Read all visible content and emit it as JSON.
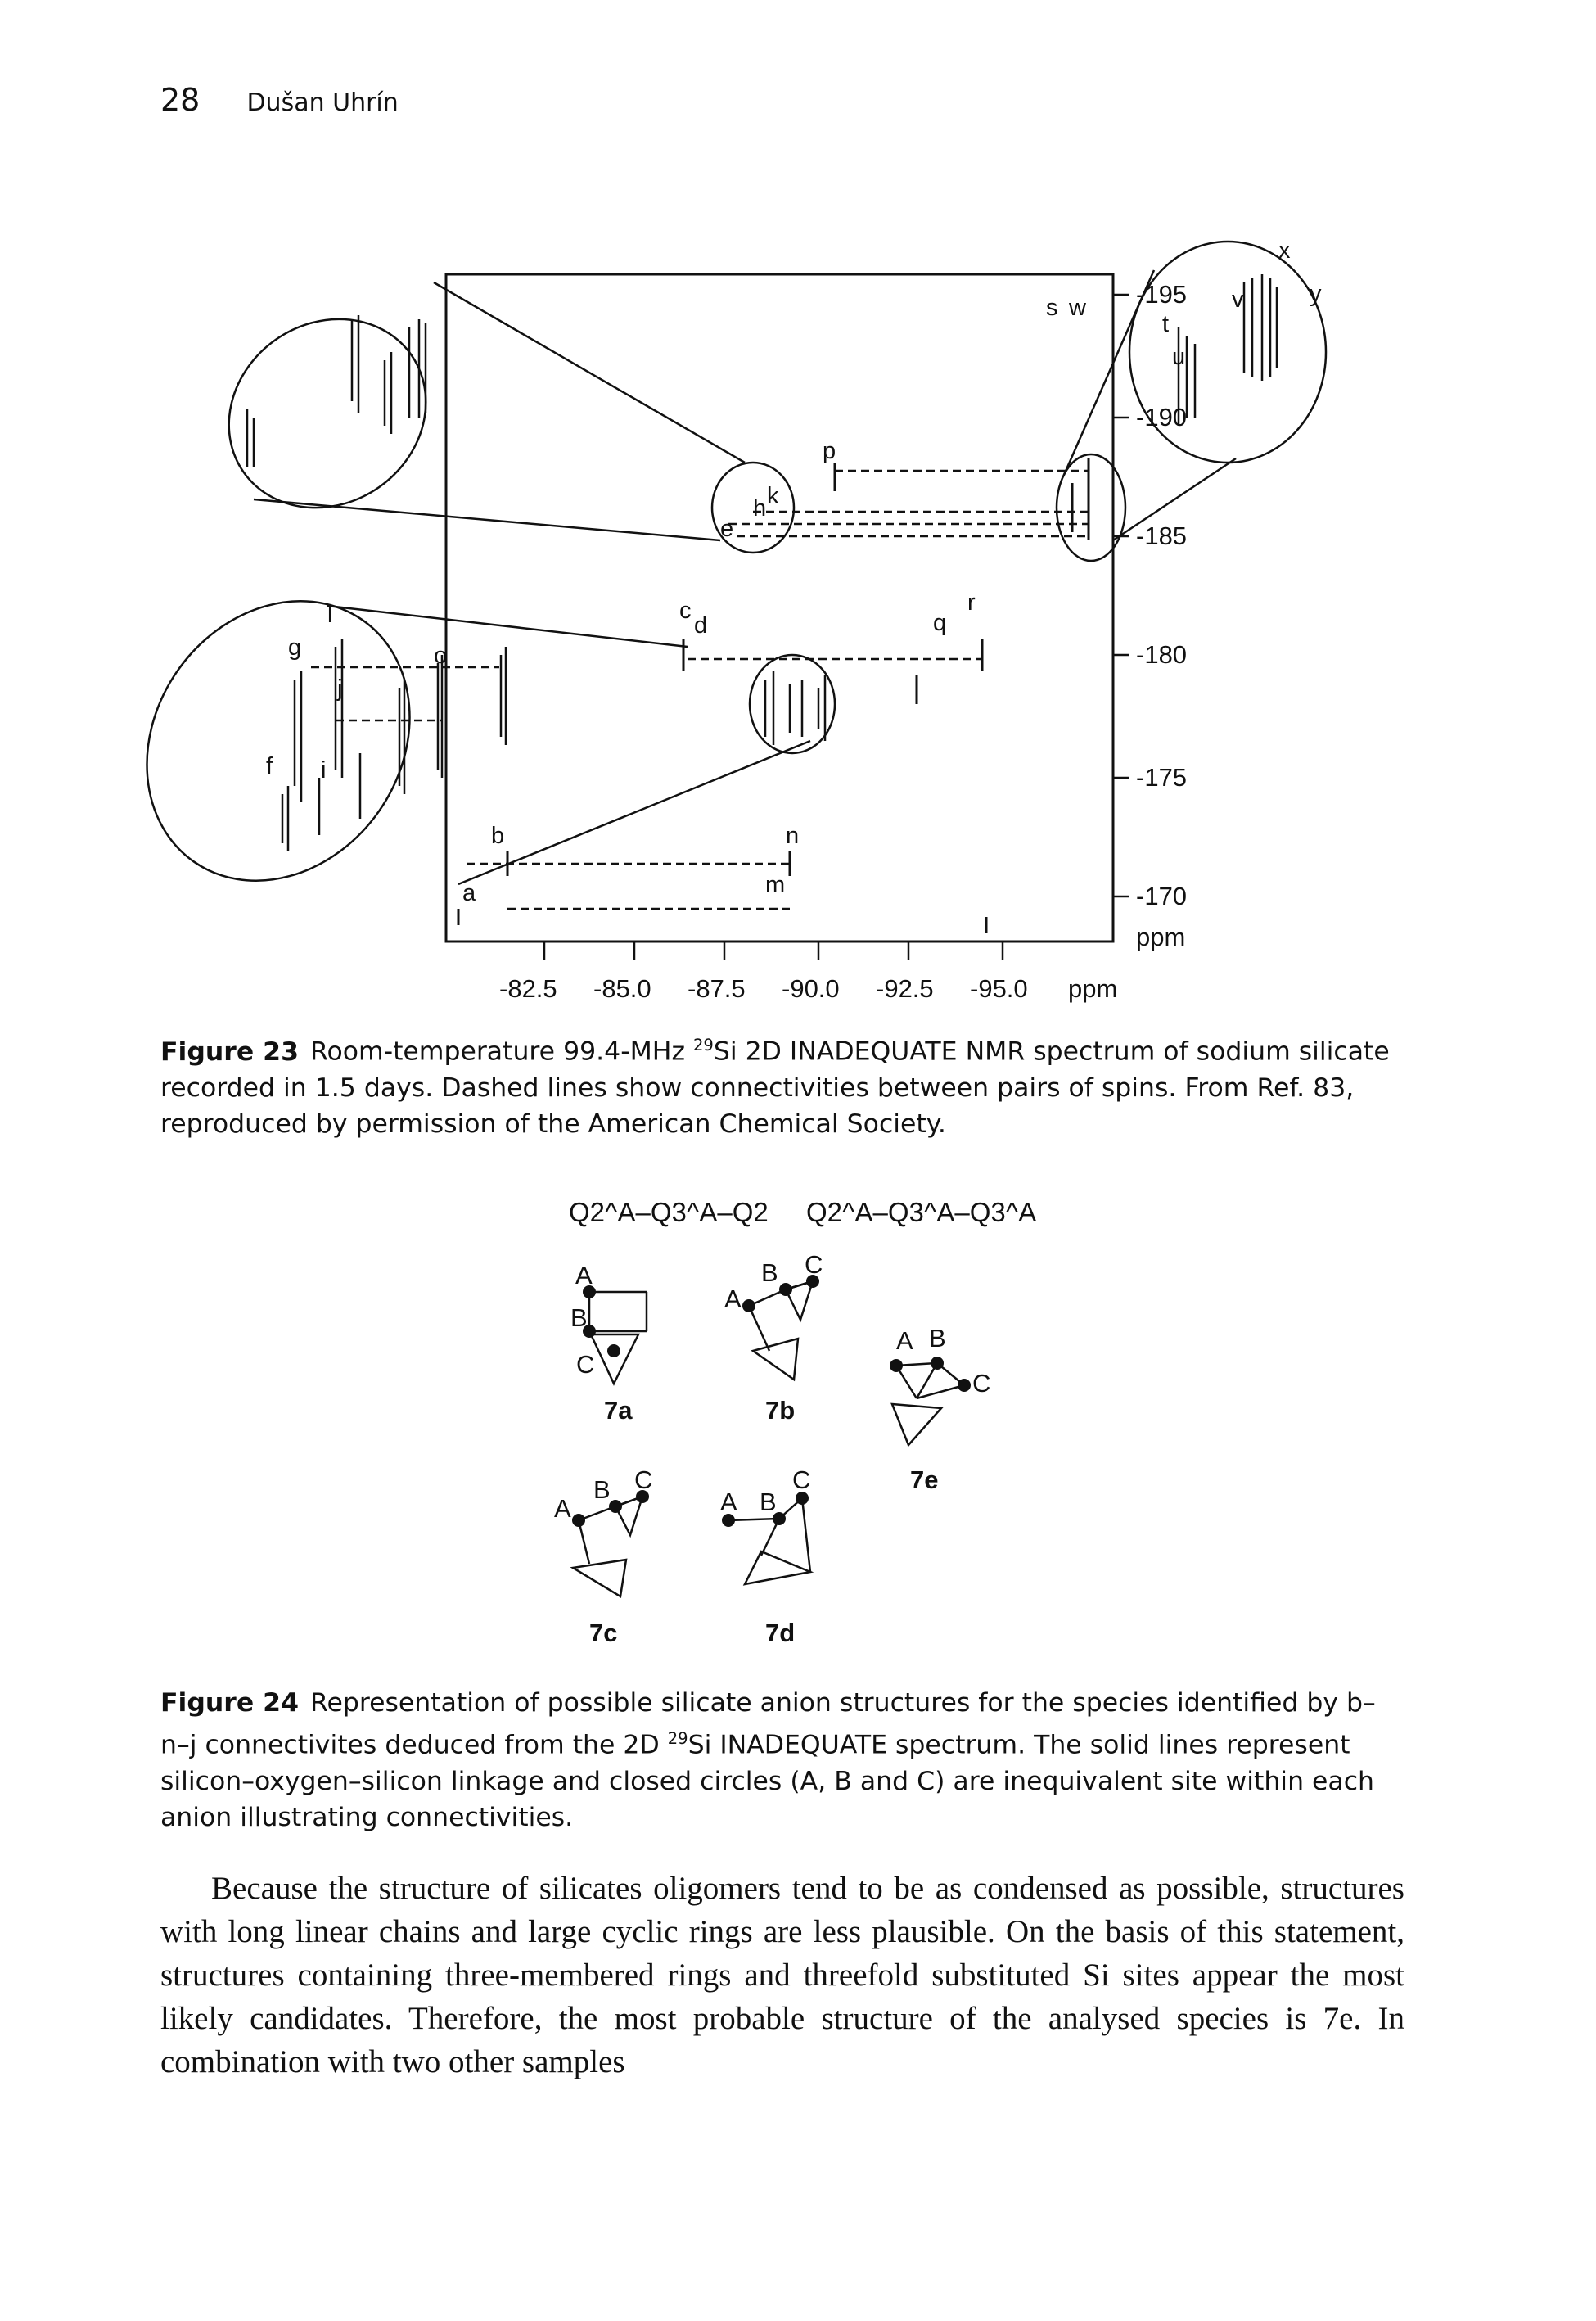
{
  "header": {
    "page_number": "28",
    "running_head": "Dušan Uhrín"
  },
  "figure23": {
    "axis_x_ticks": [
      "-82.5",
      "-85.0",
      "-87.5",
      "-90.0",
      "-92.5",
      "-95.0"
    ],
    "axis_x_unit": "ppm",
    "axis_y_ticks": [
      "-195",
      "-190",
      "-185",
      "-180",
      "-175",
      "-170"
    ],
    "axis_y_unit": "ppm",
    "peak_labels": [
      "a",
      "b",
      "c",
      "d",
      "e",
      "f",
      "g",
      "h",
      "i",
      "j",
      "k",
      "l",
      "m",
      "n",
      "o",
      "p",
      "q",
      "r",
      "s",
      "t",
      "u",
      "v",
      "w",
      "x",
      "y"
    ],
    "caption_label": "Figure 23",
    "caption_pre": "Room-temperature 99.4-MHz ",
    "caption_sup": "29",
    "caption_post": "Si 2D INADEQUATE NMR spectrum of sodium silicate recorded in 1.5 days. Dashed lines show connectivities between pairs of spins. From Ref. 83, reproduced by permission of the American Chemical Society."
  },
  "figure24": {
    "group_left": "Q2^A–Q3^A–Q2",
    "group_right": "Q2^A–Q3^A–Q3^A",
    "site_labels": [
      "A",
      "B",
      "C"
    ],
    "structures": [
      "7a",
      "7b",
      "7c",
      "7d",
      "7e"
    ],
    "caption_label": "Figure 24",
    "caption_pre": "Representation of possible silicate anion structures for the species identified by b–n–j connectivites deduced from the 2D ",
    "caption_sup": "29",
    "caption_post": "Si INADEQUATE spectrum. The solid lines represent silicon–oxygen–silicon linkage and closed circles (A, B and C) are inequivalent site within each anion illustrating connectivities."
  },
  "body": {
    "paragraph": "Because the structure of silicates oligomers tend to be as condensed as possible, structures with long linear chains and large cyclic rings are less plausible. On the basis of this statement, structures containing three-membered rings and threefold substituted Si sites appear the most likely candidates. Therefore, the most probable structure of the analysed species is 7e. In combination with two other samples"
  }
}
